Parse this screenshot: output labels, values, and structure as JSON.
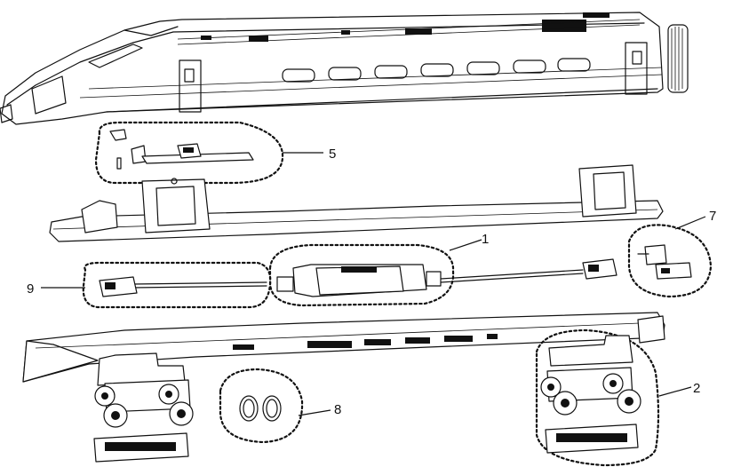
{
  "callouts": [
    {
      "id": "1",
      "label": "1"
    },
    {
      "id": "2",
      "label": "2"
    },
    {
      "id": "5",
      "label": "5"
    },
    {
      "id": "7",
      "label": "7"
    },
    {
      "id": "8",
      "label": "8"
    },
    {
      "id": "9",
      "label": "9"
    }
  ]
}
